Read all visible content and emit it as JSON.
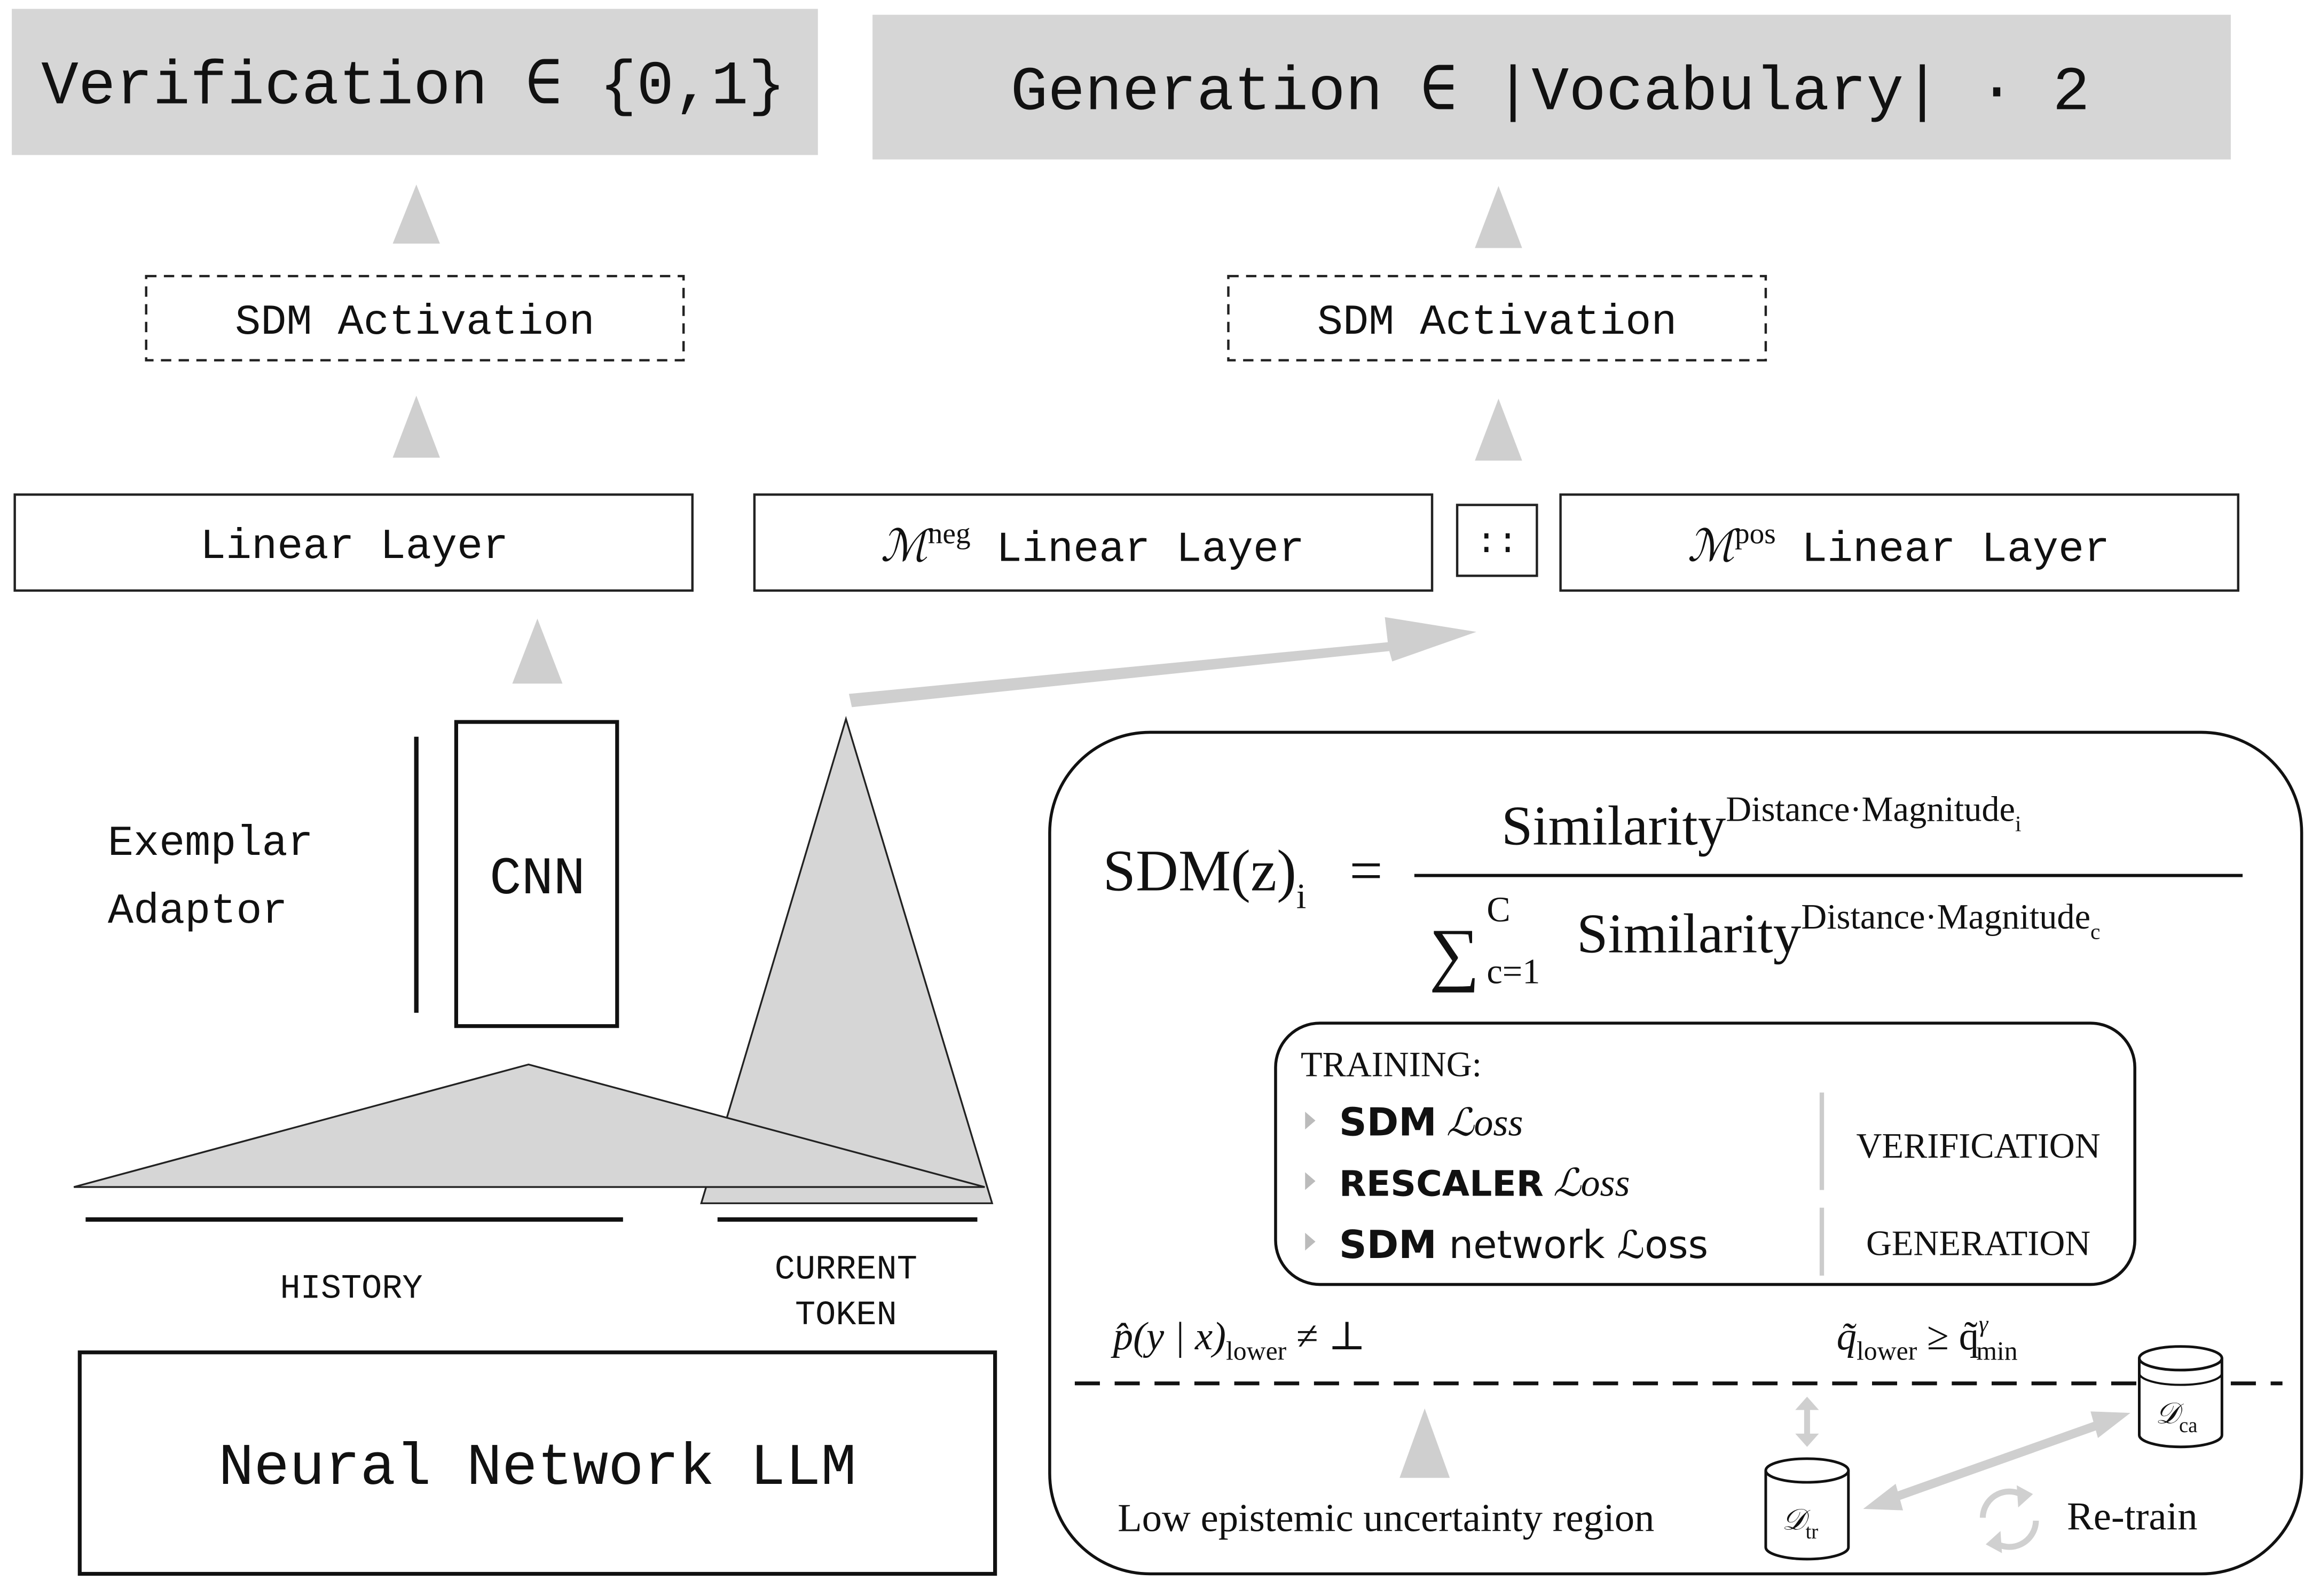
{
  "top": {
    "verification_label": "Verification ∈ {0,1}",
    "generation_label": "Generation ∈ |Vocabulary| · 2"
  },
  "left_stack": {
    "activation": "SDM Activation",
    "linear_layer": "Linear Layer",
    "cnn": "CNN",
    "adaptor_line1": "Exemplar",
    "adaptor_line2": "Adaptor"
  },
  "right_stack": {
    "activation": "SDM Activation",
    "neg_symbol": "ℳ",
    "neg_sup": "neg",
    "neg_label": "Linear Layer",
    "concat": "::",
    "pos_symbol": "ℳ",
    "pos_sup": "pos",
    "pos_label": "Linear Layer"
  },
  "bottom": {
    "history": "HISTORY",
    "current_token_line1": "CURRENT",
    "current_token_line2": "TOKEN",
    "llm": "Neural Network LLM"
  },
  "sdm_panel": {
    "lhs": "SDM(z)",
    "lhs_sub": "i",
    "eq": "=",
    "numerator_base": "Similarity",
    "numerator_exp": "Distance·Magnitude",
    "numerator_exp_sub": "i",
    "sum_symbol": "∑",
    "sum_upper": "C",
    "sum_lower": "c=1",
    "denominator_base": "Similarity",
    "denominator_exp": "Distance·Magnitude",
    "denominator_exp_sub": "c",
    "training_title": "TRAINING:",
    "losses": [
      {
        "bold": "SDM",
        "rest": " ℒoss"
      },
      {
        "bold": "RESCALER",
        "rest": " ℒoss"
      },
      {
        "bold": "SDM",
        "rest": " network ℒoss"
      }
    ],
    "verification": "VERIFICATION",
    "generation": "GENERATION",
    "p_condition": "p̂(y | x)",
    "p_sub": "lower",
    "p_rel": " ≠ ⊥",
    "q_condition": "q̃",
    "q_sub": "lower",
    "q_rel": " ≥ q̃",
    "q_sup": "γ",
    "q_sub2": "min",
    "region": "Low epistemic uncertainty region",
    "d_tr": "𝒟",
    "d_tr_sub": "tr",
    "d_ca": "𝒟",
    "d_ca_sub": "ca",
    "retrain": "Re-train"
  }
}
